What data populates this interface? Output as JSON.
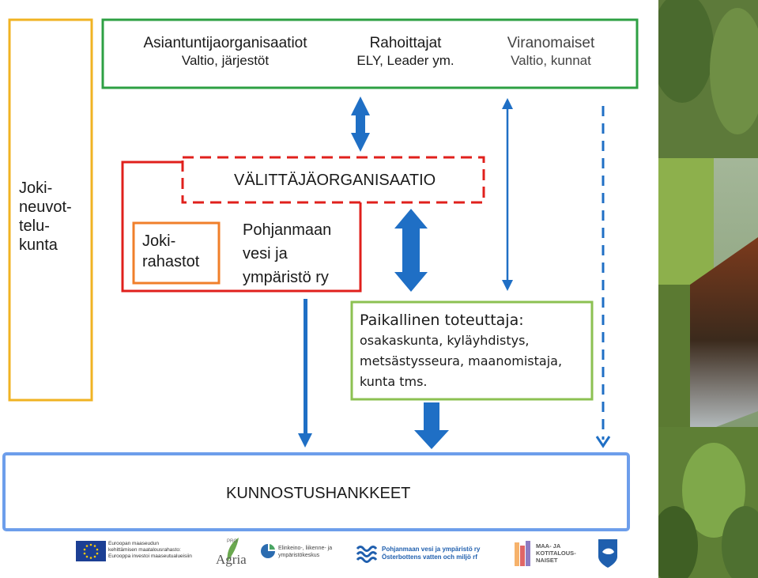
{
  "top_box": {
    "experts_title": "Asiantuntijaorganisaatiot",
    "experts_sub": "Valtio, järjestöt",
    "funders_title": "Rahoittajat",
    "funders_sub": "ELY, Leader ym.",
    "authorities_title": "Viranomaiset",
    "authorities_sub": "Valtio, kunnat"
  },
  "left_box": {
    "line1": "Joki-",
    "line2": "neuvot-",
    "line3": "telu-",
    "line4": "kunta"
  },
  "intermediary": {
    "title": "VÄLITTÄJÄORGANISAATIO",
    "org_line1": "Pohjanmaan",
    "org_line2": "vesi ja",
    "org_line3": "ympäristö ry",
    "fund_line1": "Joki-",
    "fund_line2": "rahastot"
  },
  "local": {
    "title": "Paikallinen toteuttaja:",
    "line1": "osakaskunta, kyläyhdistys,",
    "line2": "metsästysseura, maanomistaja,",
    "line3": "kunta tms."
  },
  "bottom_box": {
    "title": "KUNNOSTUSHANKKEET"
  },
  "logos": {
    "eu_line1": "Euroopan maaseudun",
    "eu_line2": "kehittämisen maatalousrahasto:",
    "eu_line3": "Eurooppa investoi maaseutualueisiin",
    "agria_pro": "PRO",
    "agria": "Agria",
    "ely_line1": "Elinkeino-, liikenne- ja",
    "ely_line2": "ympäristökeskus",
    "pvy_line1": "Pohjanmaan vesi ja ympäristö ry",
    "pvy_line2": "Österbottens vatten och miljö rf",
    "mk_line1": "MAA- JA",
    "mk_line2": "KOTITALOUS-",
    "mk_line3": "NAISET"
  },
  "colors": {
    "yellow": "#f0b323",
    "green": "#2ea043",
    "red": "#e0201c",
    "orange": "#f07f2a",
    "light_green": "#8cc152",
    "blue_box": "#6d9eeb",
    "arrow_blue": "#1f6fc5"
  }
}
